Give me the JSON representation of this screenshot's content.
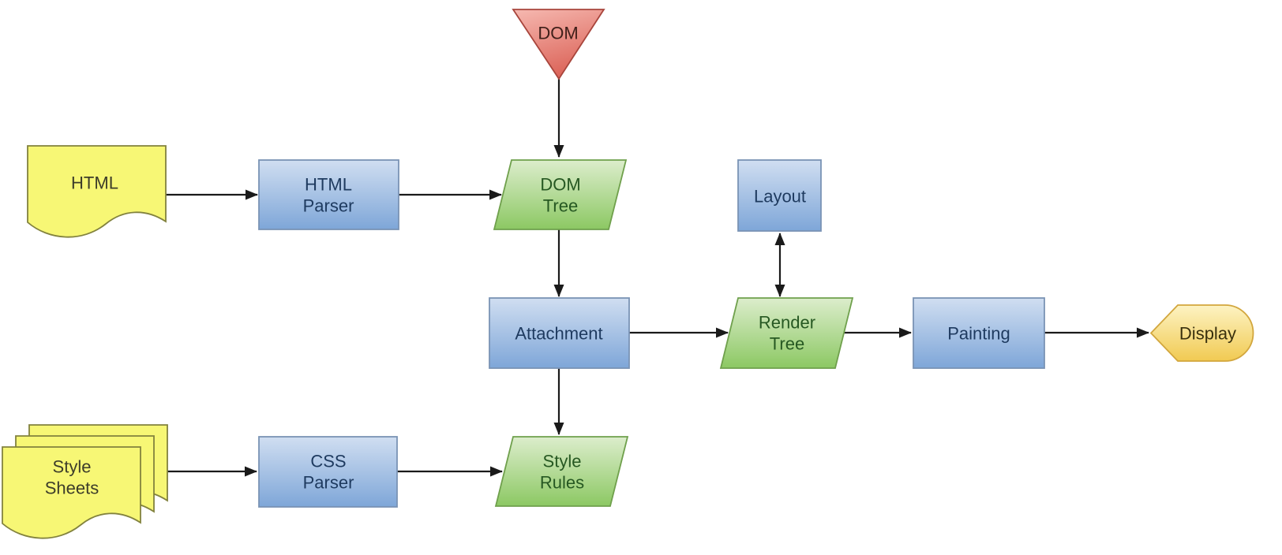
{
  "canvas": {
    "background": "#ffffff",
    "description": "Browser rendering engine flowchart"
  },
  "colors": {
    "process_fill_top": "#d0def1",
    "process_fill_bottom": "#7ea6d8",
    "process_border": "#7a93b5",
    "process_text": "#1e3a5f",
    "data_fill_top": "#dcedcc",
    "data_fill_bottom": "#8cc863",
    "data_border": "#6fa04c",
    "data_text": "#265822",
    "document_fill": "#f7f775",
    "document_border": "#82823e",
    "document_text": "#3d3d2a",
    "triangle_fill_top": "#f6b9b1",
    "triangle_fill_bottom": "#dc655a",
    "triangle_border": "#a8453c",
    "triangle_text": "#40201a",
    "display_fill_top": "#fdf3c3",
    "display_fill_bottom": "#f1ca52",
    "display_border": "#d2a63d",
    "display_text": "#39300e",
    "arrow": "#1a1a1a"
  },
  "nodes": {
    "dom": {
      "label": "DOM",
      "shape": "inverted-triangle"
    },
    "html": {
      "label": "HTML",
      "shape": "document"
    },
    "html_parser": {
      "line1": "HTML",
      "line2": "Parser",
      "shape": "process"
    },
    "dom_tree": {
      "line1": "DOM",
      "line2": "Tree",
      "shape": "data-parallelogram"
    },
    "layout": {
      "label": "Layout",
      "shape": "process"
    },
    "attachment": {
      "label": "Attachment",
      "shape": "process"
    },
    "render_tree": {
      "line1": "Render",
      "line2": "Tree",
      "shape": "data-parallelogram"
    },
    "painting": {
      "label": "Painting",
      "shape": "process"
    },
    "display": {
      "label": "Display",
      "shape": "display"
    },
    "style_sheets": {
      "line1": "Style",
      "line2": "Sheets",
      "shape": "multi-document"
    },
    "css_parser": {
      "line1": "CSS",
      "line2": "Parser",
      "shape": "process"
    },
    "style_rules": {
      "line1": "Style",
      "line2": "Rules",
      "shape": "data-parallelogram"
    }
  },
  "edges": [
    {
      "from": "DOM",
      "to": "DOM Tree",
      "style": "arrow"
    },
    {
      "from": "HTML",
      "to": "HTML Parser",
      "style": "arrow"
    },
    {
      "from": "HTML Parser",
      "to": "DOM Tree",
      "style": "arrow"
    },
    {
      "from": "DOM Tree",
      "to": "Attachment",
      "style": "arrow"
    },
    {
      "from": "Layout",
      "to": "Render Tree",
      "style": "double-arrow"
    },
    {
      "from": "Attachment",
      "to": "Render Tree",
      "style": "arrow"
    },
    {
      "from": "Attachment",
      "to": "Style Rules",
      "style": "arrow"
    },
    {
      "from": "Render Tree",
      "to": "Painting",
      "style": "arrow"
    },
    {
      "from": "Painting",
      "to": "Display",
      "style": "arrow"
    },
    {
      "from": "Style Sheets",
      "to": "CSS Parser",
      "style": "arrow"
    },
    {
      "from": "CSS Parser",
      "to": "Style Rules",
      "style": "arrow"
    }
  ]
}
